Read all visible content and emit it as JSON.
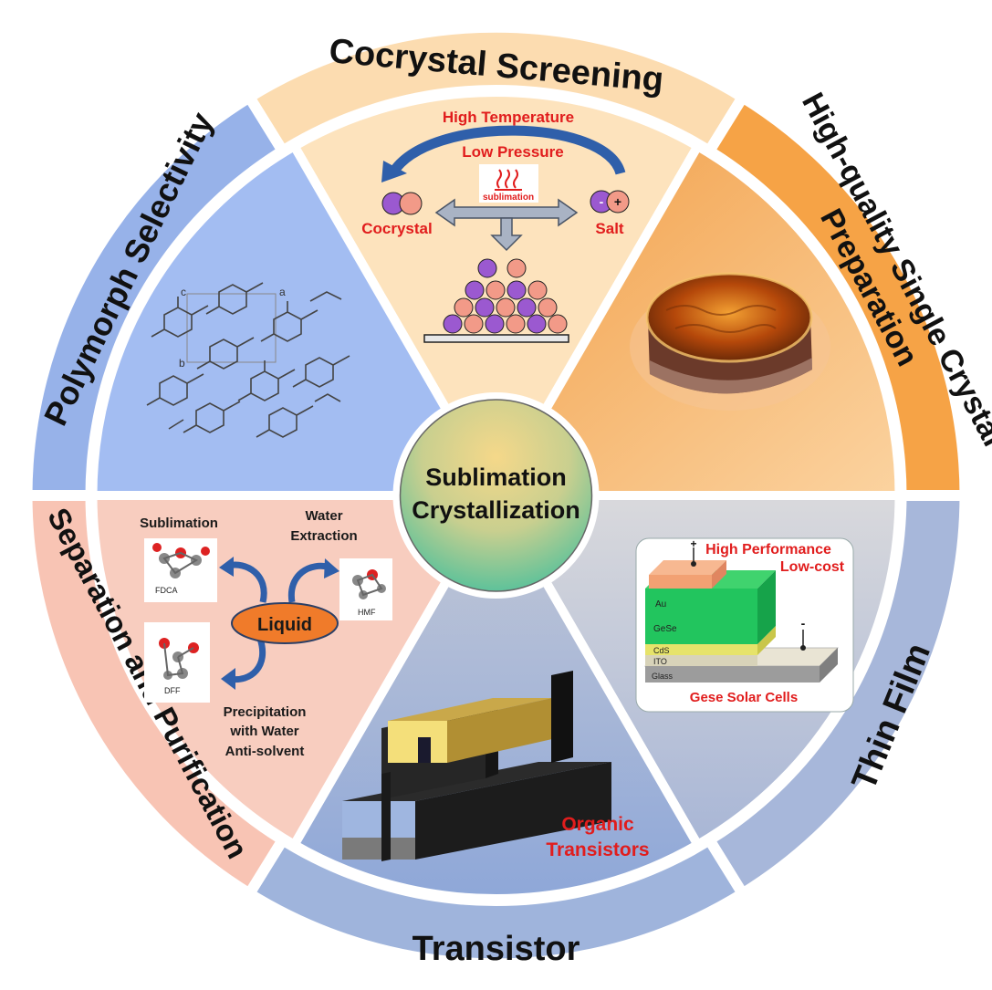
{
  "center": {
    "line1": "Sublimation",
    "line2": "Crystallization"
  },
  "sections": {
    "cocrystal_screening": {
      "title": "Cocrystal Screening",
      "high_temperature": "High Temperature",
      "low_pressure": "Low Pressure",
      "sublimation_badge": "sublimation",
      "cocrystal": "Cocrystal",
      "salt": "Salt",
      "minus_sign": "-",
      "plus_sign": "+"
    },
    "single_crystal": {
      "title_line1": "High-quality Single Crystal",
      "title_line2": "Preparation"
    },
    "thin_film": {
      "title": "Thin Film",
      "high_performance": "High Performance",
      "low_cost": "Low-cost",
      "device_title": "Gese Solar Cells",
      "layers": [
        "Au",
        "GeSe",
        "CdS",
        "ITO",
        "Glass"
      ],
      "plus_terminal": "+",
      "minus_terminal": "-"
    },
    "transistor": {
      "title": "Transistor",
      "caption_line1": "Organic",
      "caption_line2": "Transistors"
    },
    "separation": {
      "title": "Separation and Purification",
      "sublimation": "Sublimation",
      "water_extraction_line1": "Water",
      "water_extraction_line2": "Extraction",
      "liquid": "Liquid",
      "precip_line1": "Precipitation",
      "precip_line2": "with Water",
      "precip_line3": "Anti-solvent",
      "fdca": "FDCA",
      "hmf": "HMF",
      "dff": "DFF"
    },
    "polymorph": {
      "title": "Polymorph Selectivity",
      "axis_c": "c",
      "axis_a": "a",
      "axis_b": "b"
    }
  },
  "colors": {
    "cocrystal_outer": "#fcdcb0",
    "cocrystal_inner": "#fde3bd",
    "single_crystal_outer": "#f6a346",
    "single_crystal_inner": "#f9c27a",
    "thin_film_outer": "#a7b7da",
    "thin_film_inner": "#bfc5d6",
    "transistor_outer": "#9fb4dc",
    "transistor_inner": "#a9b8da",
    "separation_outer": "#f8c4b4",
    "separation_inner": "#f8cdbf",
    "polymorph_outer": "#97b2e9",
    "polymorph_inner": "#a3bdf2",
    "accent_red": "#e11d1d",
    "arrow_blue": "#2f5faa"
  }
}
